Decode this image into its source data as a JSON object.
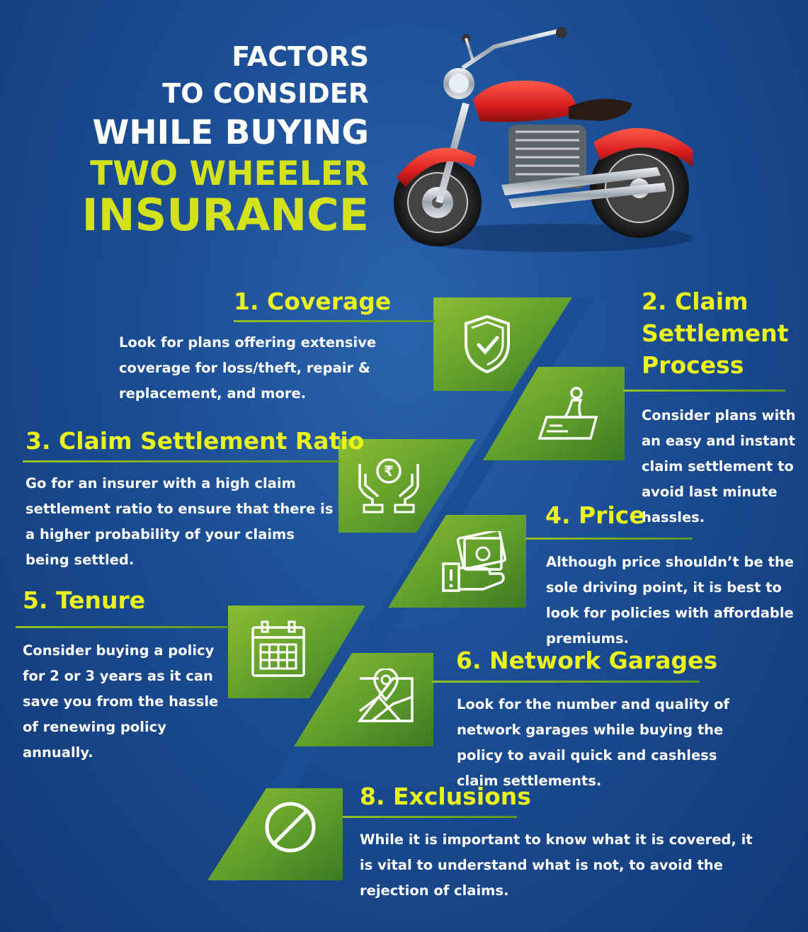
{
  "title": {
    "line1": "FACTORS",
    "line2": "TO CONSIDER",
    "line3": "WHILE BUYING",
    "line4": "TWO WHEELER",
    "line5": "INSURANCE"
  },
  "factors": [
    {
      "heading": "1. Coverage",
      "text": "Look for plans offering extensive coverage for loss/theft, repair & replacement, and more.",
      "icon": "shield-check-icon"
    },
    {
      "heading_l1": "2. Claim",
      "heading_l2": "Settlement",
      "heading_l3": "Process",
      "text": "Consider plans with an easy and instant claim settlement to avoid last minute hassles.",
      "icon": "gear-shift-icon"
    },
    {
      "heading": "3. Claim Settlement Ratio",
      "text": "Go for an insurer with a high claim settlement ratio to ensure that there is a higher probability of your claims being settled.",
      "icon": "hands-rupee-icon",
      "currency": "₹"
    },
    {
      "heading": "4. Price",
      "text": "Although price shouldn’t be the sole driving point, it is best to look for policies with affordable premiums.",
      "icon": "hand-cash-icon"
    },
    {
      "heading": "5. Tenure",
      "text": "Consider buying a policy for 2 or 3 years as it can save you from the hassle of renewing policy annually.",
      "icon": "calendar-icon"
    },
    {
      "heading": "6. Network Garages",
      "text": "Look for the number and quality of network garages while buying the policy to avail quick and cashless claim settlements.",
      "icon": "map-pin-icon"
    },
    {
      "heading": "8. Exclusions",
      "text": "While it is important to know what it is covered, it is vital to understand what is not, to avoid the rejection of claims.",
      "icon": "prohibited-icon"
    }
  ],
  "colors": {
    "background": "#1b4d93",
    "accent": "#e9f21c",
    "tile": "#6aa52c"
  }
}
